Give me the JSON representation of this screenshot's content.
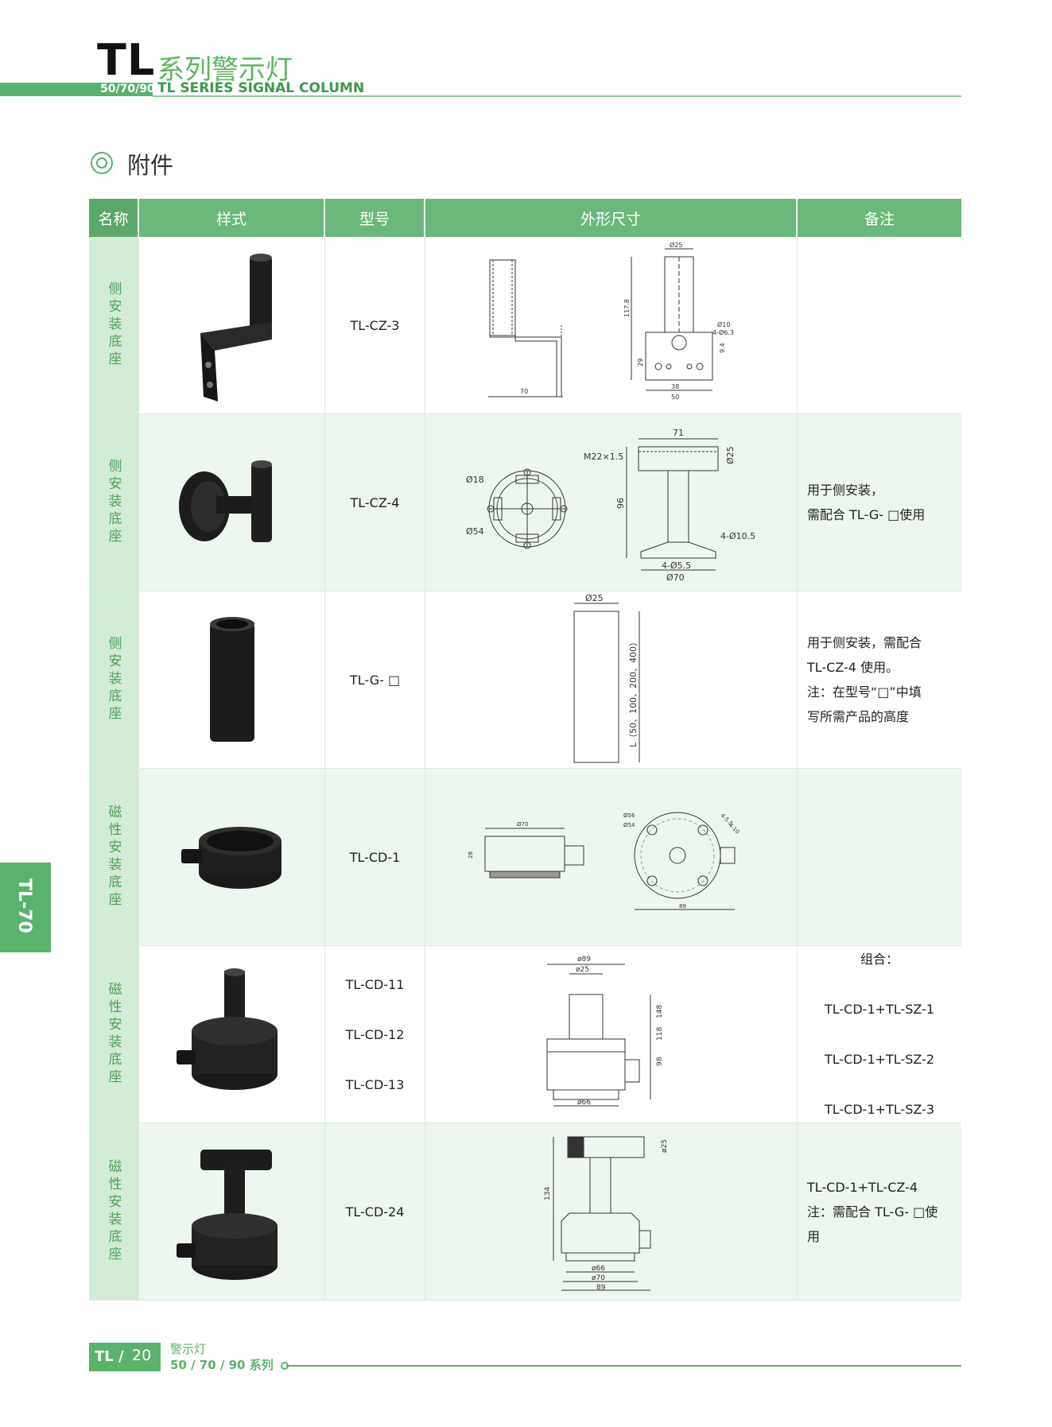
{
  "header": {
    "logo": "TL",
    "title_cn": "系列警示灯",
    "series_nums": "50/70/90",
    "title_en": "TL SERIES SIGNAL COLUMN"
  },
  "section": {
    "title": "附件"
  },
  "table": {
    "headers": [
      "名称",
      "样式",
      "型号",
      "外形尺寸",
      "备注"
    ],
    "rows": [
      {
        "name": "侧安装底座",
        "models": [
          "TL-CZ-3"
        ],
        "notes": [],
        "dims": [
          "Ø25",
          "Ø10",
          "4-Ø6.3",
          "117.8",
          "9.4",
          "29",
          "70",
          "38",
          "50"
        ]
      },
      {
        "name": "侧安装底座",
        "models": [
          "TL-CZ-4"
        ],
        "notes": [
          "用于侧安装，",
          "需配合 TL-G- □使用"
        ],
        "dims": [
          "71",
          "M22×1.5",
          "Ø25",
          "Ø18",
          "Ø54",
          "96",
          "4-Ø10.5",
          "4-Ø5.5",
          "Ø70"
        ]
      },
      {
        "name": "侧安装底座",
        "models": [
          "TL-G- □"
        ],
        "notes": [
          "用于侧安装，需配合",
          "TL-CZ-4 使用。",
          "注：在型号“□”中填",
          "写所需产品的高度"
        ],
        "dims": [
          "Ø25",
          "L（50、100、200、400）"
        ]
      },
      {
        "name": "磁性安装底座",
        "models": [
          "TL-CD-1"
        ],
        "notes": [],
        "dims": [
          "Ø70",
          "28",
          "Ø56",
          "Ø54",
          "4-5.5",
          "4-10",
          "89"
        ]
      },
      {
        "name": "磁性安装底座",
        "models": [
          "TL-CD-11",
          "TL-CD-12",
          "TL-CD-13"
        ],
        "notes_title": "组合：",
        "notes": [
          "TL-CD-1+TL-SZ-1",
          "TL-CD-1+TL-SZ-2",
          "TL-CD-1+TL-SZ-3"
        ],
        "dims": [
          "ø89",
          "ø25",
          "98",
          "118",
          "148",
          "ø66"
        ]
      },
      {
        "name": "磁性安装底座",
        "models": [
          "TL-CD-24"
        ],
        "notes": [
          "TL-CD-1+TL-CZ-4",
          "注：需配合 TL-G- □使",
          "用"
        ],
        "dims": [
          "ø25",
          "134",
          "ø66",
          "ø70",
          "89"
        ]
      }
    ]
  },
  "side_tab": "TL-70",
  "footer": {
    "tl": "TL /",
    "page": "20",
    "cn": "警示灯",
    "series": "50 / 70 / 90 系列"
  },
  "colors": {
    "accent": "#5ab36a",
    "header_bg": "#6ab97a",
    "row_alt": "#eef7ef",
    "name_col": "#d3ebd6"
  }
}
